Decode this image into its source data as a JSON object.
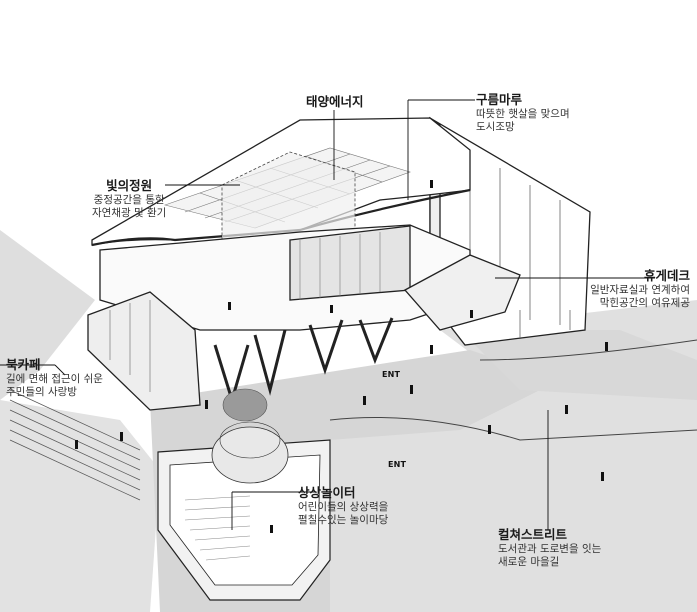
{
  "labels": {
    "solar": {
      "title": "태양에너지"
    },
    "cloud": {
      "title": "구름마루",
      "desc": "따뜻한 햇살을 맞으며\n도시조망"
    },
    "light": {
      "title": "빛의정원",
      "desc": "중정공간을 통한\n자연채광 및 환기"
    },
    "rest": {
      "title": "휴게데크",
      "desc": "일반자료실과 연계하여\n막힌공간의 여유제공"
    },
    "cafe": {
      "title": "북카페",
      "desc": "길에 면해 접근이 쉬운\n주민들의 사랑방"
    },
    "play": {
      "title": "상상놀이터",
      "desc": "어린이들의 상상력을\n펼칠수있는 놀이마당"
    },
    "culture": {
      "title": "컬쳐스트리트",
      "desc": "도서관과 도로변을 잇는\n새로운 마을길"
    }
  },
  "entrances": [
    "ENT",
    "ENT"
  ],
  "colors": {
    "ground": "#d9d9d9",
    "line": "#222222",
    "roof": "#ffffff",
    "glass": "#e6e6e6",
    "tree": "#8a8a8a"
  }
}
